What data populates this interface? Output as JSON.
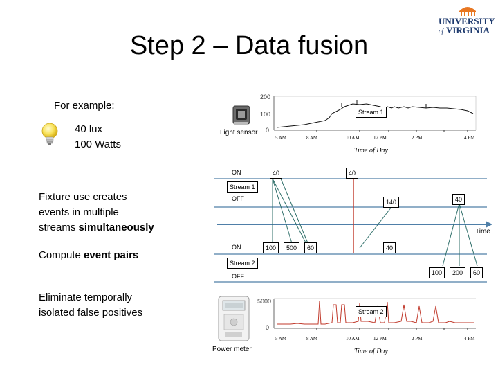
{
  "slide": {
    "title": "Step 2 – Data fusion",
    "logo": {
      "line1": "UNIVERSITY",
      "line2": "of",
      "line3": "VIRGINIA"
    }
  },
  "left": {
    "example_label": "For example:",
    "bulb_icon": "lightbulb-icon",
    "lux": "40 lux",
    "watts": "100 Watts",
    "fixture_line1": "Fixture use creates",
    "fixture_line2": "events in multiple",
    "fixture_line3a": "streams ",
    "fixture_line3b": "simultaneously",
    "compute_a": "Compute ",
    "compute_b": "event pairs",
    "eliminate_line1": "Eliminate temporally",
    "eliminate_line2": "isolated false positives"
  },
  "light_chart": {
    "sensor_label": "Light sensor",
    "stream_label": "Stream 1",
    "y_ticks": [
      "200",
      "100",
      "0"
    ],
    "x_ticks": [
      "5 AM",
      "8 AM",
      "10 AM",
      "12 PM",
      "2 PM",
      "4 PM"
    ],
    "x_title": "Time of Day"
  },
  "power_chart": {
    "meter_label": "Power meter",
    "stream_label": "Stream 2",
    "y_ticks": [
      "5000",
      "0"
    ],
    "x_ticks": [
      "5 AM",
      "8 AM",
      "10 AM",
      "12 PM",
      "2 PM",
      "4 PM"
    ],
    "x_title": "Time of Day"
  },
  "diagram": {
    "stream1": {
      "label": "Stream 1",
      "on": "ON",
      "off": "OFF",
      "ev_a": "40",
      "ev_b": "40",
      "ev_c": "140",
      "ev_d": "40"
    },
    "stream2": {
      "label": "Stream 2",
      "on": "ON",
      "off": "OFF",
      "ev_a": "100",
      "ev_b": "500",
      "ev_c": "60",
      "ev_d": "40",
      "ev_e": "100",
      "ev_f": "200",
      "ev_g": "60"
    },
    "time_label": "Time"
  }
}
